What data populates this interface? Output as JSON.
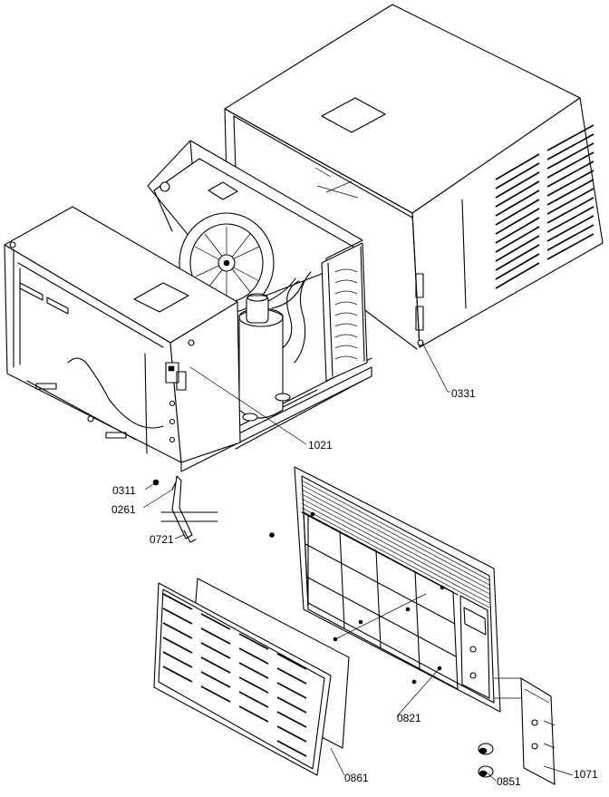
{
  "callouts": [
    {
      "id": "cabinet",
      "label": "0331"
    },
    {
      "id": "compressor",
      "label": "1021"
    },
    {
      "id": "screw",
      "label": "0311"
    },
    {
      "id": "power-cord-clip",
      "label": "0261"
    },
    {
      "id": "drain-tube",
      "label": "0721"
    },
    {
      "id": "front-grille-frame",
      "label": "0821"
    },
    {
      "id": "front-louver-grille",
      "label": "0861"
    },
    {
      "id": "control-knob",
      "label": "0851"
    },
    {
      "id": "control-panel-nameplate",
      "label": "1071"
    }
  ],
  "colors": {
    "line": "#000000",
    "background": "#ffffff"
  }
}
